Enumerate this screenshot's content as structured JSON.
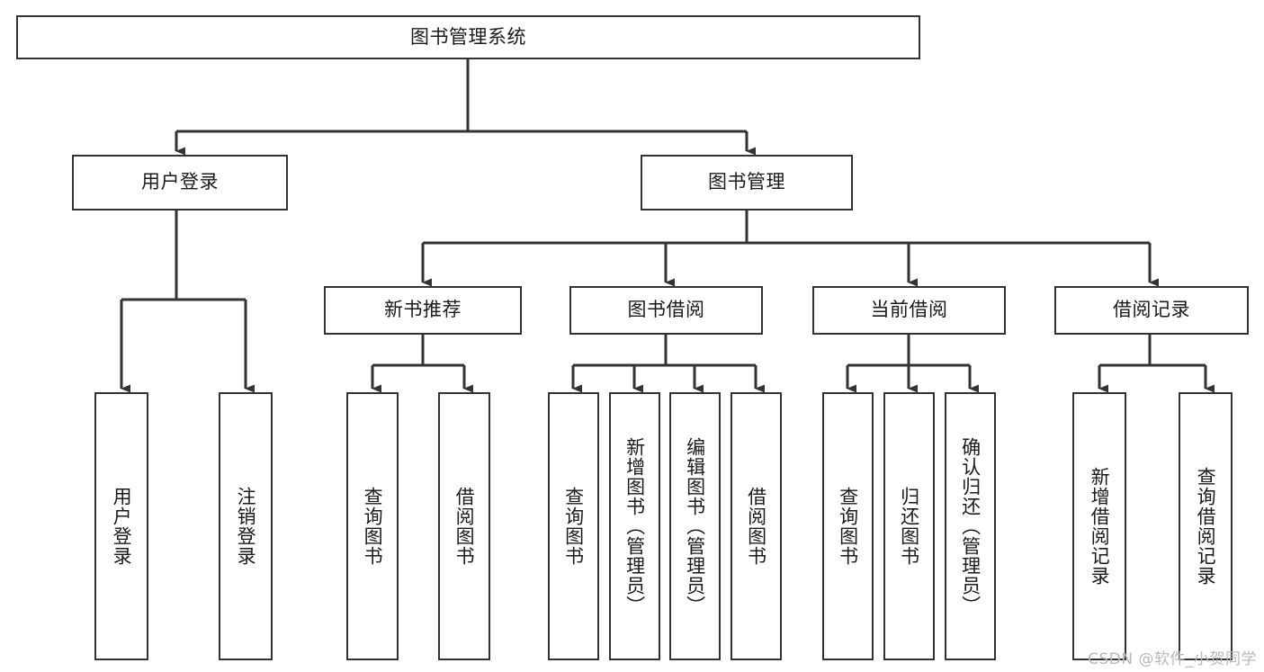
{
  "diagram": {
    "title": "图书管理系统",
    "watermark": "CSDN @软件_小贺同学",
    "line_color": "#333333",
    "box_fill": "#ffffff",
    "text_color": "#1a1a1a",
    "levels": {
      "root": {
        "label": "图书管理系统"
      },
      "level1": [
        {
          "label": "用户登录"
        },
        {
          "label": "图书管理"
        }
      ],
      "level2": [
        {
          "label": "新书推荐"
        },
        {
          "label": "图书借阅"
        },
        {
          "label": "当前借阅"
        },
        {
          "label": "借阅记录"
        }
      ],
      "leaves": {
        "user_login": [
          {
            "label": "用户登录"
          },
          {
            "label": "注销登录"
          }
        ],
        "new_book_recommend": [
          {
            "label": "查询图书"
          },
          {
            "label": "借阅图书"
          }
        ],
        "book_borrow": [
          {
            "label": "查询图书"
          },
          {
            "label": "新增图书（管理员）"
          },
          {
            "label": "编辑图书（管理员）"
          },
          {
            "label": "借阅图书"
          }
        ],
        "current_borrow": [
          {
            "label": "查询图书"
          },
          {
            "label": "归还图书"
          },
          {
            "label": "确认归还（管理员）"
          }
        ],
        "borrow_record": [
          {
            "label": "新增借阅记录"
          },
          {
            "label": "查询借阅记录"
          }
        ]
      }
    }
  }
}
